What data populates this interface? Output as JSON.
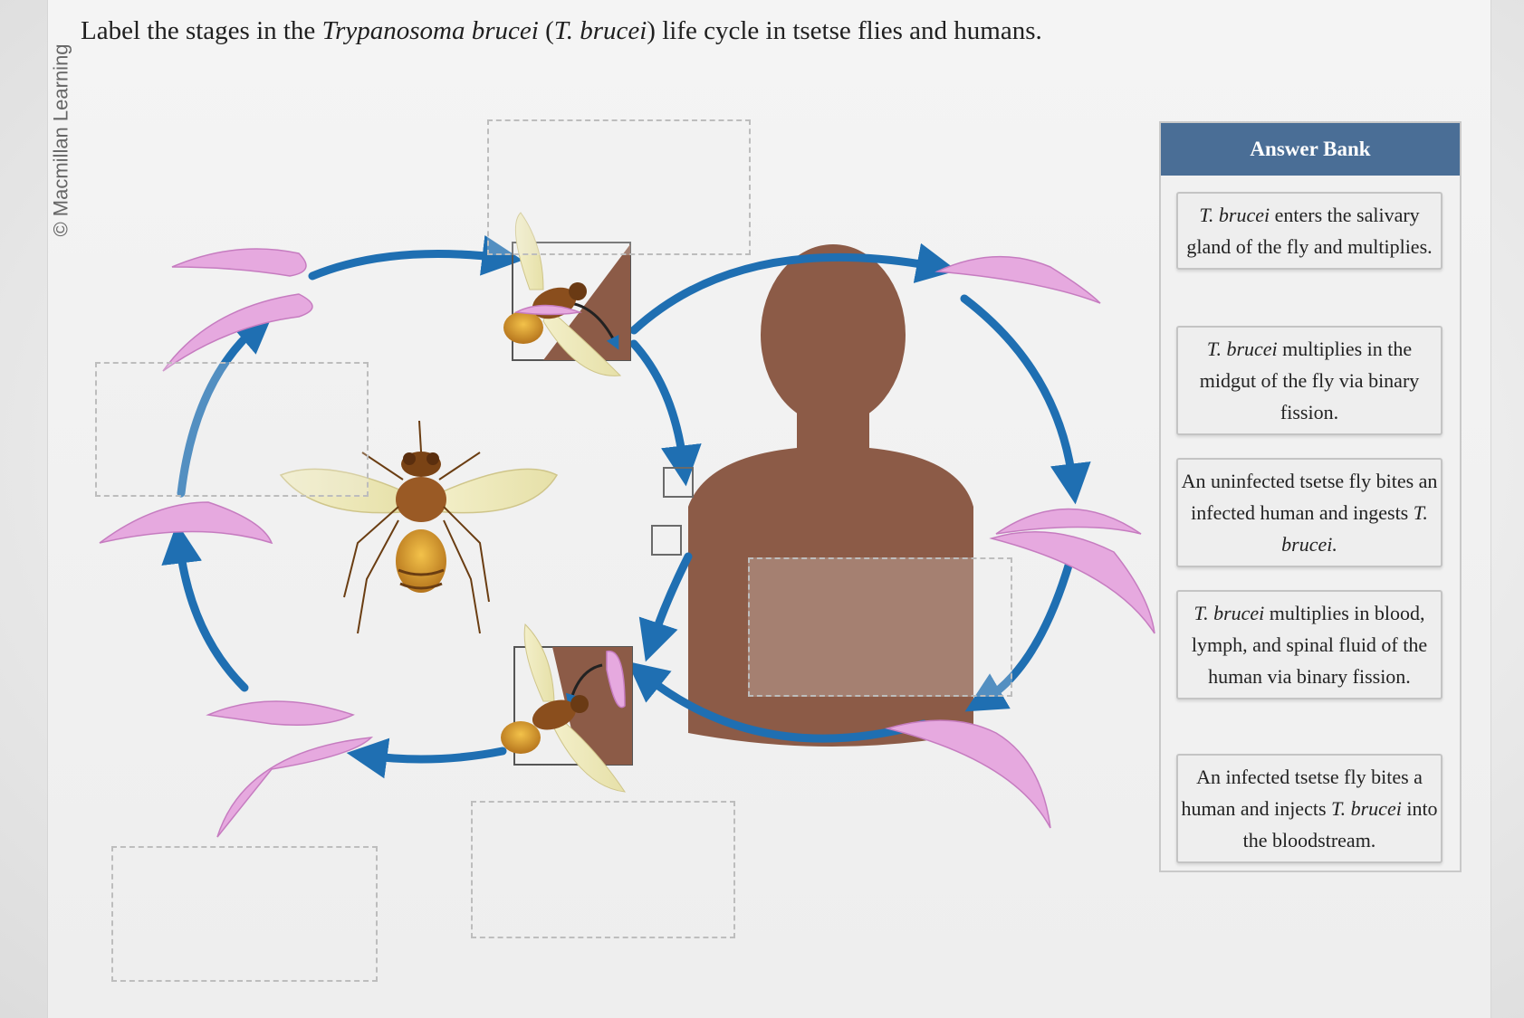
{
  "credit": "© Macmillan Learning",
  "question": {
    "before": "Label the stages in the ",
    "species_italic": "Trypanosoma brucei",
    "mid": " (",
    "abbrev_italic": "T. brucei",
    "after": ") life cycle in tsetse flies and humans."
  },
  "answer_bank": {
    "title": "Answer Bank",
    "items": [
      {
        "italic": "T. brucei",
        "text": " enters the salivary gland of the fly and multiplies."
      },
      {
        "italic": "T. brucei",
        "text": " multiplies in the midgut of the fly via binary fission."
      },
      {
        "text": "An uninfected tsetse fly bites an infected human and ingests ",
        "italic_end": "T. brucei."
      },
      {
        "italic": "T. brucei",
        "text": " multiplies in blood, lymph, and spinal fluid of the human via binary fission."
      },
      {
        "text": "An infected tsetse fly bites a human and injects ",
        "italic_mid": "T. brucei",
        "text_end": " into the bloodstream."
      }
    ]
  },
  "colors": {
    "arrow": "#1f6fb2",
    "skin": "#8c5b47",
    "parasite": "#e6a9df",
    "bank_header": "#4a6e96"
  }
}
